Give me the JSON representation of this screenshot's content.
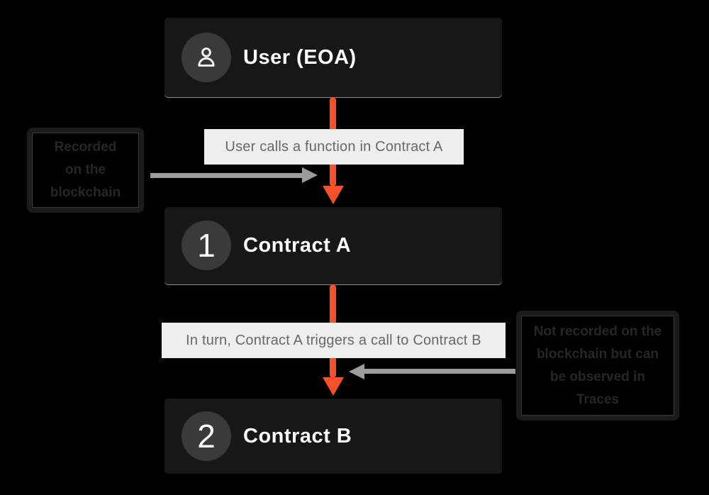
{
  "colors": {
    "background": "#000000",
    "node_bg": "#171717",
    "badge_bg": "#3a3a3a",
    "node_text": "#fcfcfc",
    "accent_orange": "#f8502b",
    "arrow_gray": "#9c9c9c",
    "label_bg": "#eeeeee",
    "label_text": "#686868",
    "note_border": "#1b1b1b",
    "note_text": "#262626"
  },
  "nodes": [
    {
      "id": "user",
      "title": "User (EOA)",
      "badge": "user-icon"
    },
    {
      "id": "contract-a",
      "title": "Contract A",
      "badge": "1"
    },
    {
      "id": "contract-b",
      "title": "Contract B",
      "badge": "2"
    }
  ],
  "edges": [
    {
      "from": "user",
      "to": "contract-a",
      "label": "User calls a function in Contract A"
    },
    {
      "from": "contract-a",
      "to": "contract-b",
      "label": "In turn, Contract A triggers a call to Contract B"
    }
  ],
  "annotations": {
    "left": {
      "text": "Recorded on the blockchain",
      "lines": [
        "Recorded",
        "on the",
        "blockchain"
      ],
      "points_to": "edge-user-contract-a"
    },
    "right": {
      "text": "Not recorded on the blockchain but can be observed in Traces",
      "lines": [
        "Not recorded on the",
        "blockchain but can",
        "be observed in",
        "Traces"
      ],
      "points_to": "edge-contract-a-contract-b"
    }
  }
}
